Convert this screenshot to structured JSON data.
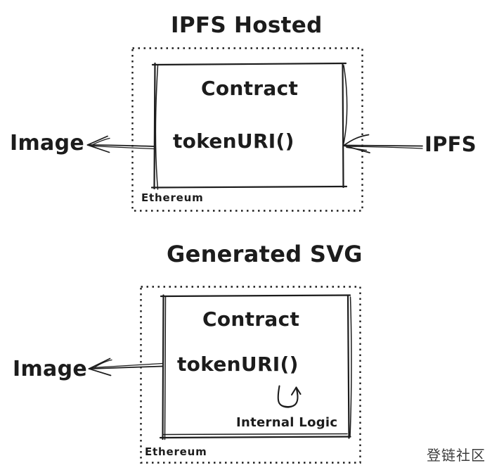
{
  "page": {
    "background_color": "#ffffff",
    "ink_color": "#1c1c1c",
    "watermark": "登链社区"
  },
  "diagram_top": {
    "title": "IPFS Hosted",
    "environment_label": "Ethereum",
    "contract_label": "Contract",
    "method_label": "tokenURI()",
    "output_label": "Image",
    "source_label": "IPFS",
    "arrows": {
      "left_arrow": "contract-to-image",
      "right_arrow": "ipfs-to-contract"
    }
  },
  "diagram_bottom": {
    "title": "Generated SVG",
    "environment_label": "Ethereum",
    "contract_label": "Contract",
    "method_label": "tokenURI()",
    "note_label": "Internal Logic",
    "output_label": "Image",
    "loop_icon": "self-loop-arrow",
    "arrows": {
      "left_arrow": "contract-to-image"
    }
  }
}
